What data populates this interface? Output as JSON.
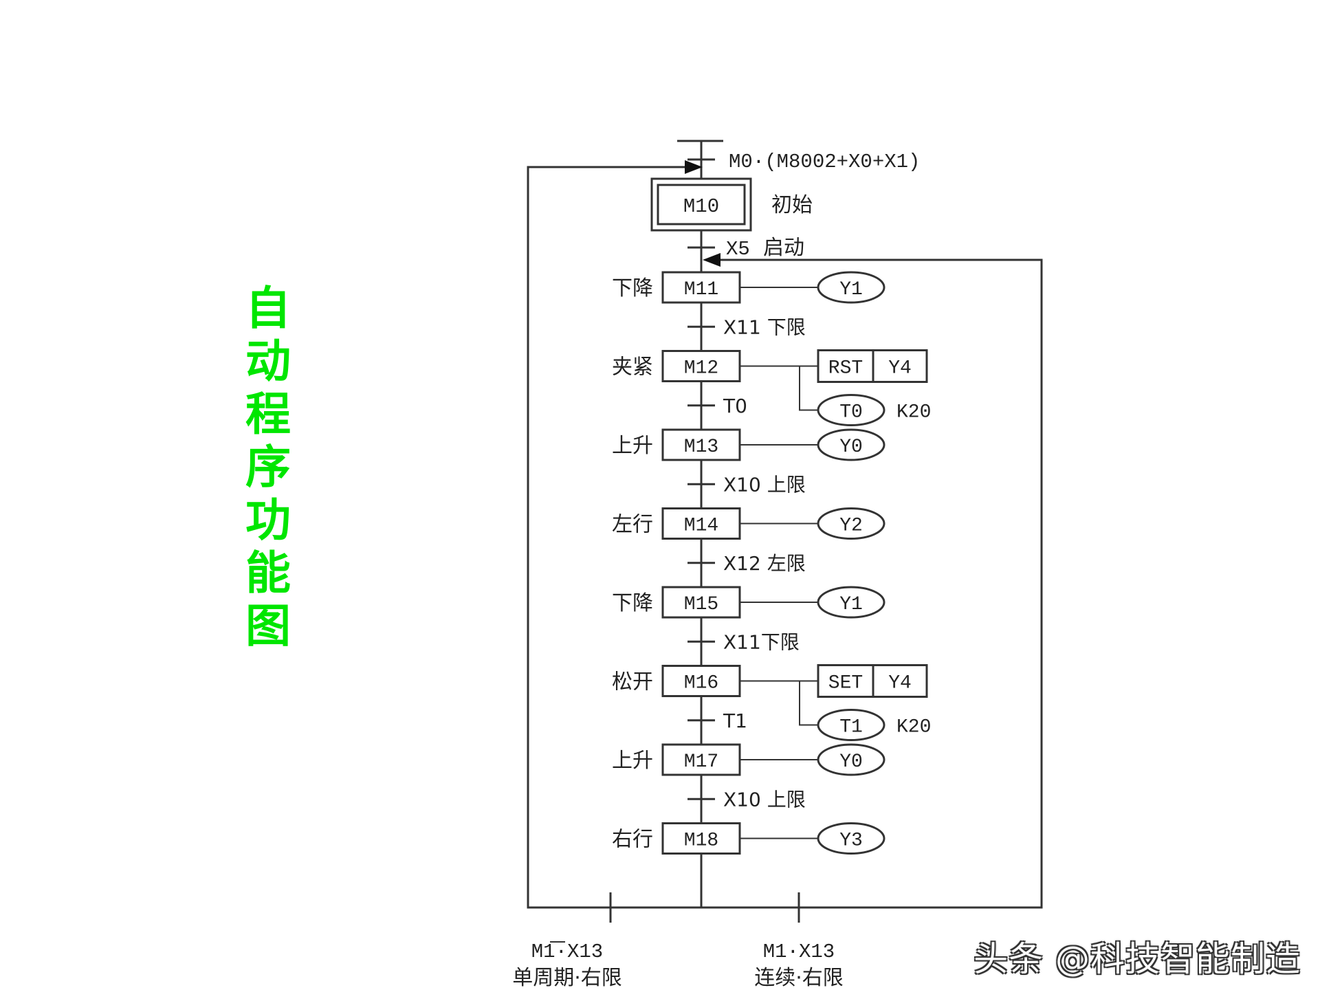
{
  "title_chars": [
    "自",
    "动",
    "程",
    "序",
    "功",
    "能",
    "图"
  ],
  "watermark": "头条 @科技智能制造",
  "top_condition": "M0·(M8002+X0+X1)",
  "initial": {
    "id": "M10",
    "label": "初始"
  },
  "start_transition": {
    "cond": "X5",
    "label": "启动"
  },
  "steps": [
    {
      "id": "M11",
      "action": "下降",
      "outputs": [
        {
          "type": "coil",
          "name": "Y1"
        }
      ]
    },
    {
      "id": "M12",
      "action": "夹紧",
      "outputs": [
        {
          "type": "box",
          "cmd": "RST",
          "name": "Y4"
        },
        {
          "type": "coil",
          "name": "T0",
          "param": "K20"
        }
      ]
    },
    {
      "id": "M13",
      "action": "上升",
      "outputs": [
        {
          "type": "coil",
          "name": "Y0"
        }
      ]
    },
    {
      "id": "M14",
      "action": "左行",
      "outputs": [
        {
          "type": "coil",
          "name": "Y2"
        }
      ]
    },
    {
      "id": "M15",
      "action": "下降",
      "outputs": [
        {
          "type": "coil",
          "name": "Y1"
        }
      ]
    },
    {
      "id": "M16",
      "action": "松开",
      "outputs": [
        {
          "type": "box",
          "cmd": "SET",
          "name": "Y4"
        },
        {
          "type": "coil",
          "name": "T1",
          "param": "K20"
        }
      ]
    },
    {
      "id": "M17",
      "action": "上升",
      "outputs": [
        {
          "type": "coil",
          "name": "Y0"
        }
      ]
    },
    {
      "id": "M18",
      "action": "右行",
      "outputs": [
        {
          "type": "coil",
          "name": "Y3"
        }
      ]
    }
  ],
  "transitions": [
    "X11 下限",
    "T0",
    "X10 上限",
    "X12 左限",
    "X11下限",
    "T1",
    "X10 上限"
  ],
  "branches": {
    "left": {
      "cond": "M1·X13",
      "label": "单周期·右限"
    },
    "right": {
      "cond": "M1·X13",
      "label": "连续·右限"
    }
  }
}
